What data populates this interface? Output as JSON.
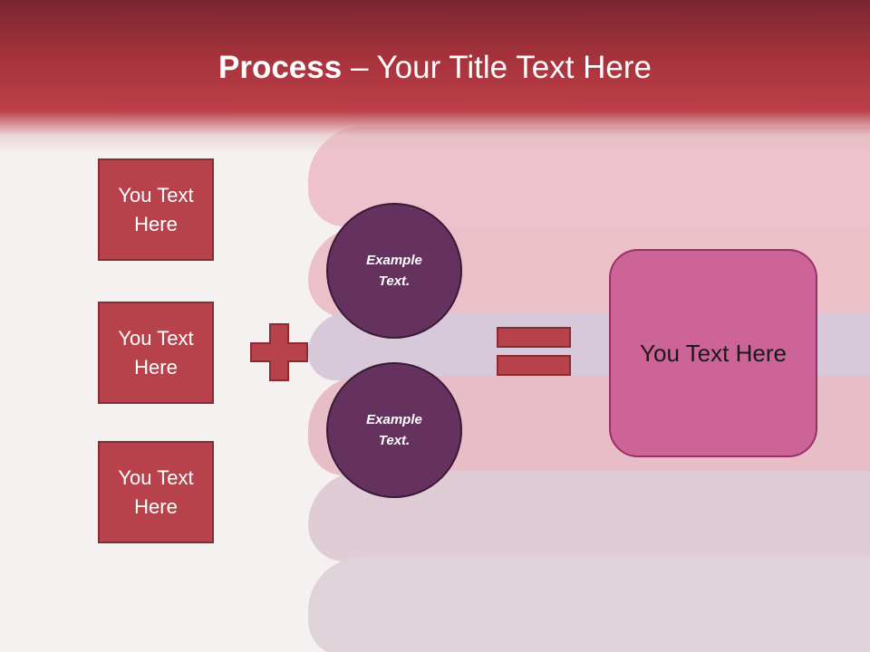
{
  "slide": {
    "title_bold": "Process",
    "title_rest": " – Your Title Text Here"
  },
  "inputs": [
    {
      "label": "You Text Here"
    },
    {
      "label": "You Text Here"
    },
    {
      "label": "You Text Here"
    }
  ],
  "operands": [
    {
      "label": "Example Text."
    },
    {
      "label": "Example Text."
    }
  ],
  "result": {
    "label": "You Text Here"
  },
  "colors": {
    "header": "#b03a43",
    "input_box": "#b8424b",
    "operand_circle": "#65325f",
    "result_box": "#cd6497",
    "operator": "#b8424b"
  }
}
